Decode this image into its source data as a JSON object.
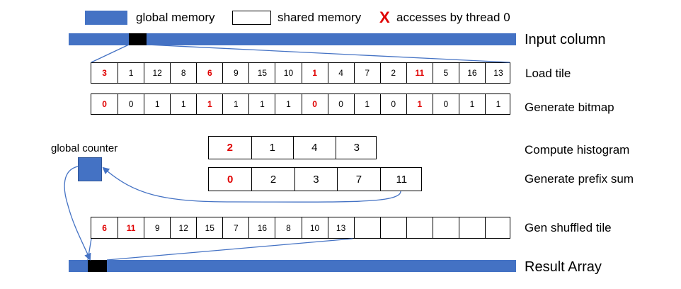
{
  "legend": {
    "global_label": "global memory",
    "shared_label": "shared memory",
    "x_mark": "X",
    "access_label": "accesses by thread 0"
  },
  "labels": {
    "input_column": "Input column",
    "load_tile": "Load tile",
    "generate_bitmap": "Generate bitmap",
    "compute_histogram": "Compute histogram",
    "generate_prefix_sum": "Generate prefix sum",
    "gen_shuffled_tile": "Gen shuffled tile",
    "result_array": "Result Array",
    "global_counter": "global  counter"
  },
  "tile": {
    "values": [
      "3",
      "1",
      "12",
      "8",
      "6",
      "9",
      "15",
      "10",
      "1",
      "4",
      "7",
      "2",
      "11",
      "5",
      "16",
      "13"
    ],
    "highlight": [
      true,
      false,
      false,
      false,
      true,
      false,
      false,
      false,
      true,
      false,
      false,
      false,
      true,
      false,
      false,
      false
    ]
  },
  "bitmap": {
    "values": [
      "0",
      "0",
      "1",
      "1",
      "1",
      "1",
      "1",
      "1",
      "0",
      "0",
      "1",
      "0",
      "1",
      "0",
      "1",
      "1"
    ],
    "highlight": [
      true,
      false,
      false,
      false,
      true,
      false,
      false,
      false,
      true,
      false,
      false,
      false,
      true,
      false,
      false,
      false
    ]
  },
  "histogram": {
    "values": [
      "2",
      "1",
      "4",
      "3"
    ],
    "highlight": [
      true,
      false,
      false,
      false
    ]
  },
  "prefix_sum": {
    "values": [
      "0",
      "2",
      "3",
      "7",
      "11"
    ],
    "highlight": [
      true,
      false,
      false,
      false,
      false
    ]
  },
  "shuffled": {
    "values": [
      "6",
      "11",
      "9",
      "12",
      "15",
      "7",
      "16",
      "8",
      "10",
      "13",
      "",
      "",
      "",
      "",
      "",
      ""
    ],
    "highlight": [
      true,
      true,
      false,
      false,
      false,
      false,
      false,
      false,
      false,
      false,
      false,
      false,
      false,
      false,
      false,
      false
    ]
  },
  "colors": {
    "global_memory": "#4472c4",
    "highlight": "#e00000",
    "arrow": "#4472c4"
  }
}
